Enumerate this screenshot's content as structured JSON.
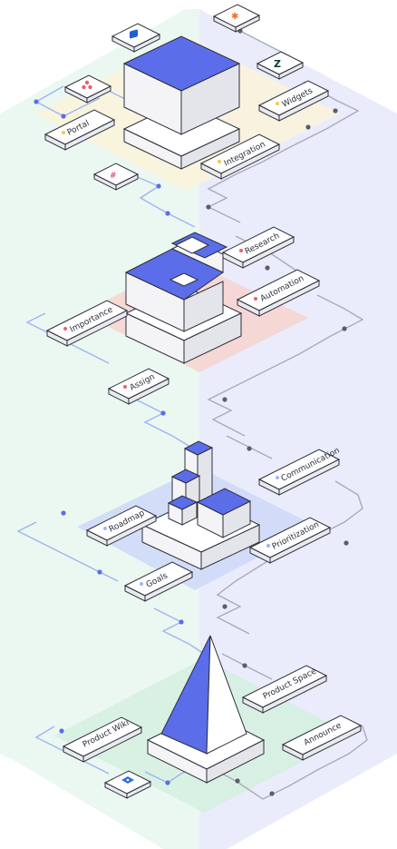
{
  "colors": {
    "accent": "#5b6de8",
    "tint_green": "#e4f5ec",
    "tint_lavender": "#e6e9fb",
    "tint_yellow": "#fbf3dc",
    "tint_pink": "#f7d4cf",
    "tint_blue": "#cfdaf7"
  },
  "layer1": {
    "labels": {
      "portal": "Portal",
      "integration": "Integration",
      "widgets": "Widgets"
    },
    "app_icons": [
      "intercom-icon",
      "zapier-icon",
      "asana-icon",
      "zendesk-icon",
      "slack-icon"
    ]
  },
  "layer2": {
    "labels": {
      "research": "Research",
      "importance": "Importance",
      "automation": "Automation",
      "assign": "Assign"
    }
  },
  "layer3": {
    "labels": {
      "communication": "Communication",
      "roadmap": "Roadmap",
      "prioritization": "Prioritization",
      "goals": "Goals"
    }
  },
  "layer4": {
    "labels": {
      "product_space": "Product Space",
      "product_wiki": "Product Wiki",
      "announce": "Announce"
    },
    "app_icons": [
      "jira-icon"
    ]
  }
}
